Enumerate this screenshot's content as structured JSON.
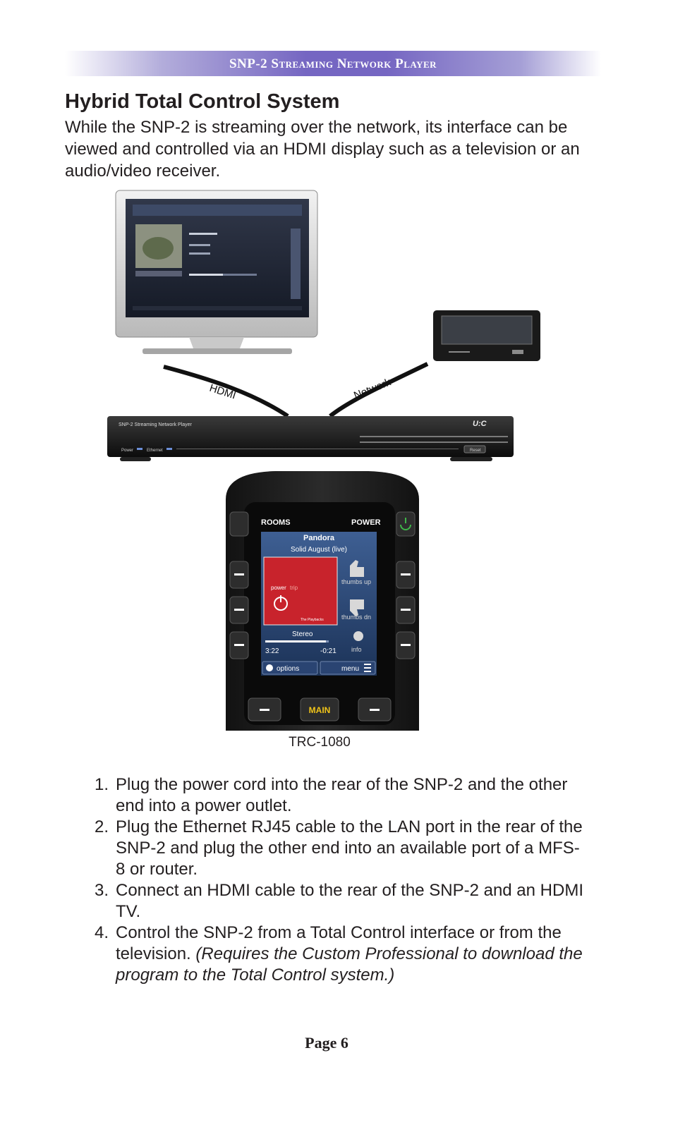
{
  "header": {
    "title": "SNP-2 Streaming Network Player"
  },
  "section": {
    "title": "Hybrid Total Control System",
    "intro": "While the SNP-2 is streaming over the network, its interface can be viewed and controlled via an HDMI display such as a television or an audio/video receiver."
  },
  "figure": {
    "cable_labels": {
      "hdmi": "HDMI",
      "network": "Network"
    },
    "player": {
      "model_label": "SNP-2   Streaming Network Player",
      "brand": "U:C",
      "power_label": "Power",
      "ethernet_label": "Ethernet",
      "reset_label": "Reset"
    },
    "remote": {
      "rooms_label": "ROOMS",
      "power_label": "POWER",
      "source": "Pandora",
      "track": "Solid August (live)",
      "album_text_1": "power",
      "album_text_2": "trip",
      "album_artist": "The Playbacks",
      "thumbs_up": "thumbs up",
      "thumbs_dn": "thumbs dn",
      "stereo": "Stereo",
      "elapsed": "3:22",
      "remaining": "-0:21",
      "info": "info",
      "options": "options",
      "menu": "menu",
      "main_button": "MAIN"
    },
    "caption": "TRC-1080"
  },
  "steps": [
    {
      "num": "1.",
      "text": "Plug the power cord into the rear of the SNP-2 and the other end into a power outlet.",
      "note": ""
    },
    {
      "num": "2.",
      "text": "Plug the Ethernet RJ45 cable to the LAN port in the rear of the SNP-2 and plug the other end into an available port of a MFS-8 or router.",
      "note": ""
    },
    {
      "num": "3.",
      "text": "Connect an HDMI cable to the rear of the SNP-2 and an HDMI TV.",
      "note": ""
    },
    {
      "num": "4.",
      "text": "Control the SNP-2 from a Total Control interface or from the television.",
      "note": "(Requires the Custom Professional to download the program to the Total Control system.)"
    }
  ],
  "footer": {
    "page": "Page 6"
  },
  "colors": {
    "header_band": "#7566c2",
    "album_red": "#c8232c",
    "remote_screen_blue": "#2c4a7a"
  }
}
